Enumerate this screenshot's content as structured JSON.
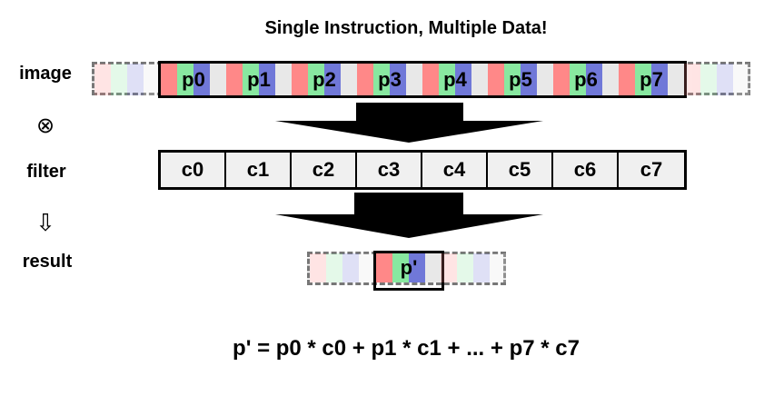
{
  "title": "Single Instruction, Multiple Data!",
  "labels": {
    "image": "image",
    "op": "⊗",
    "filter": "filter",
    "arrow": "⇩",
    "result": "result"
  },
  "pixels": [
    "p0",
    "p1",
    "p2",
    "p3",
    "p4",
    "p5",
    "p6",
    "p7"
  ],
  "filter": [
    "c0",
    "c1",
    "c2",
    "c3",
    "c4",
    "c5",
    "c6",
    "c7"
  ],
  "result": "p'",
  "formula": "p' = p0 * c0 + p1 * c1 + ... + p7 * c7",
  "colors": {
    "r": "#ff8888",
    "g": "#88e8a0",
    "b": "#7078d8",
    "a": "#e8e8e8"
  }
}
